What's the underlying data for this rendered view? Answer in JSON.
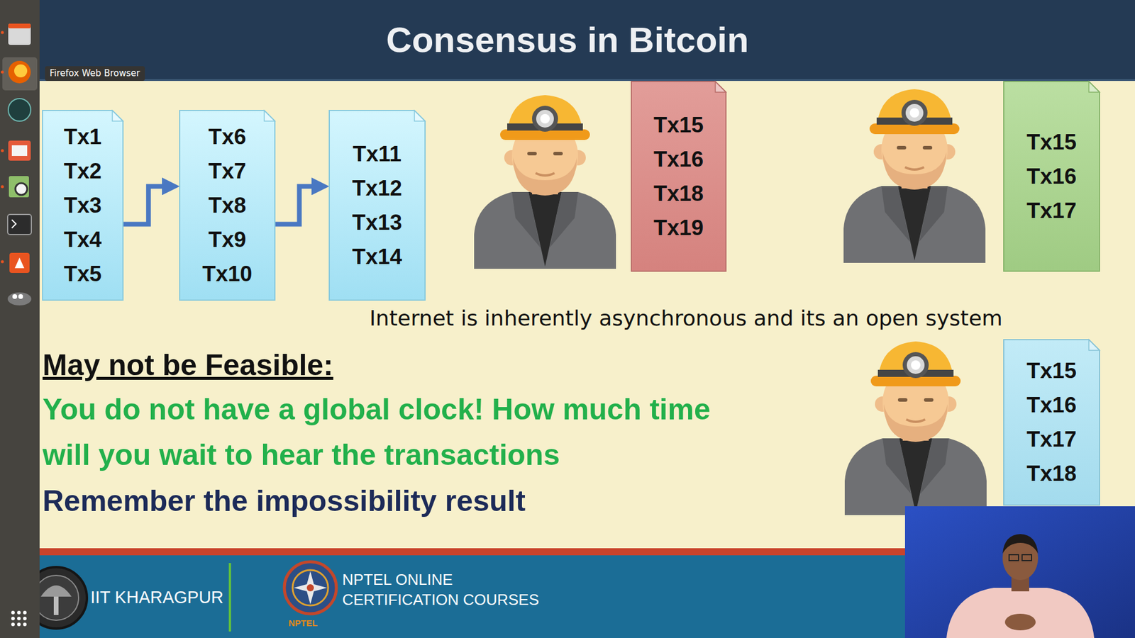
{
  "diagram": {
    "title": "Consensus in Bitcoin",
    "nodes": [
      {
        "text": [
          "Tx1 Tx2 Tx3 Tx4 Tx5"
        ]
      },
      {
        "text": [
          "Tx6 Tx7 Tx8 Tx9 Tx10"
        ]
      },
      {
        "text": [
          "Tx11 Tx12 Tx13 Tx14"
        ]
      },
      {
        "text": [
          "Tx15 Tx16 Tx18 Tx19"
        ]
      },
      {
        "text": [
          "Tx15 Tx16 Tx17"
        ]
      },
      {
        "text": [
          "Tx15 Tx16 Tx17 Tx18"
        ]
      }
    ],
    "edges": [
      {
        "from": 0,
        "to": 1,
        "arrow": "to"
      },
      {
        "from": 1,
        "to": 2,
        "arrow": "to"
      }
    ],
    "labels": [
      "Firefox Web Browser",
      "Internet is inherently asynchronous and its an open system",
      "May not be Feasible:",
      "You do not have a global clock! How much time will you wait to hear the transactions",
      "Remember the impossibility result",
      "IIT KHARAGPUR",
      "NPTEL ONLINE CERTIFICATION COURSES",
      "NPTEL"
    ]
  }
}
